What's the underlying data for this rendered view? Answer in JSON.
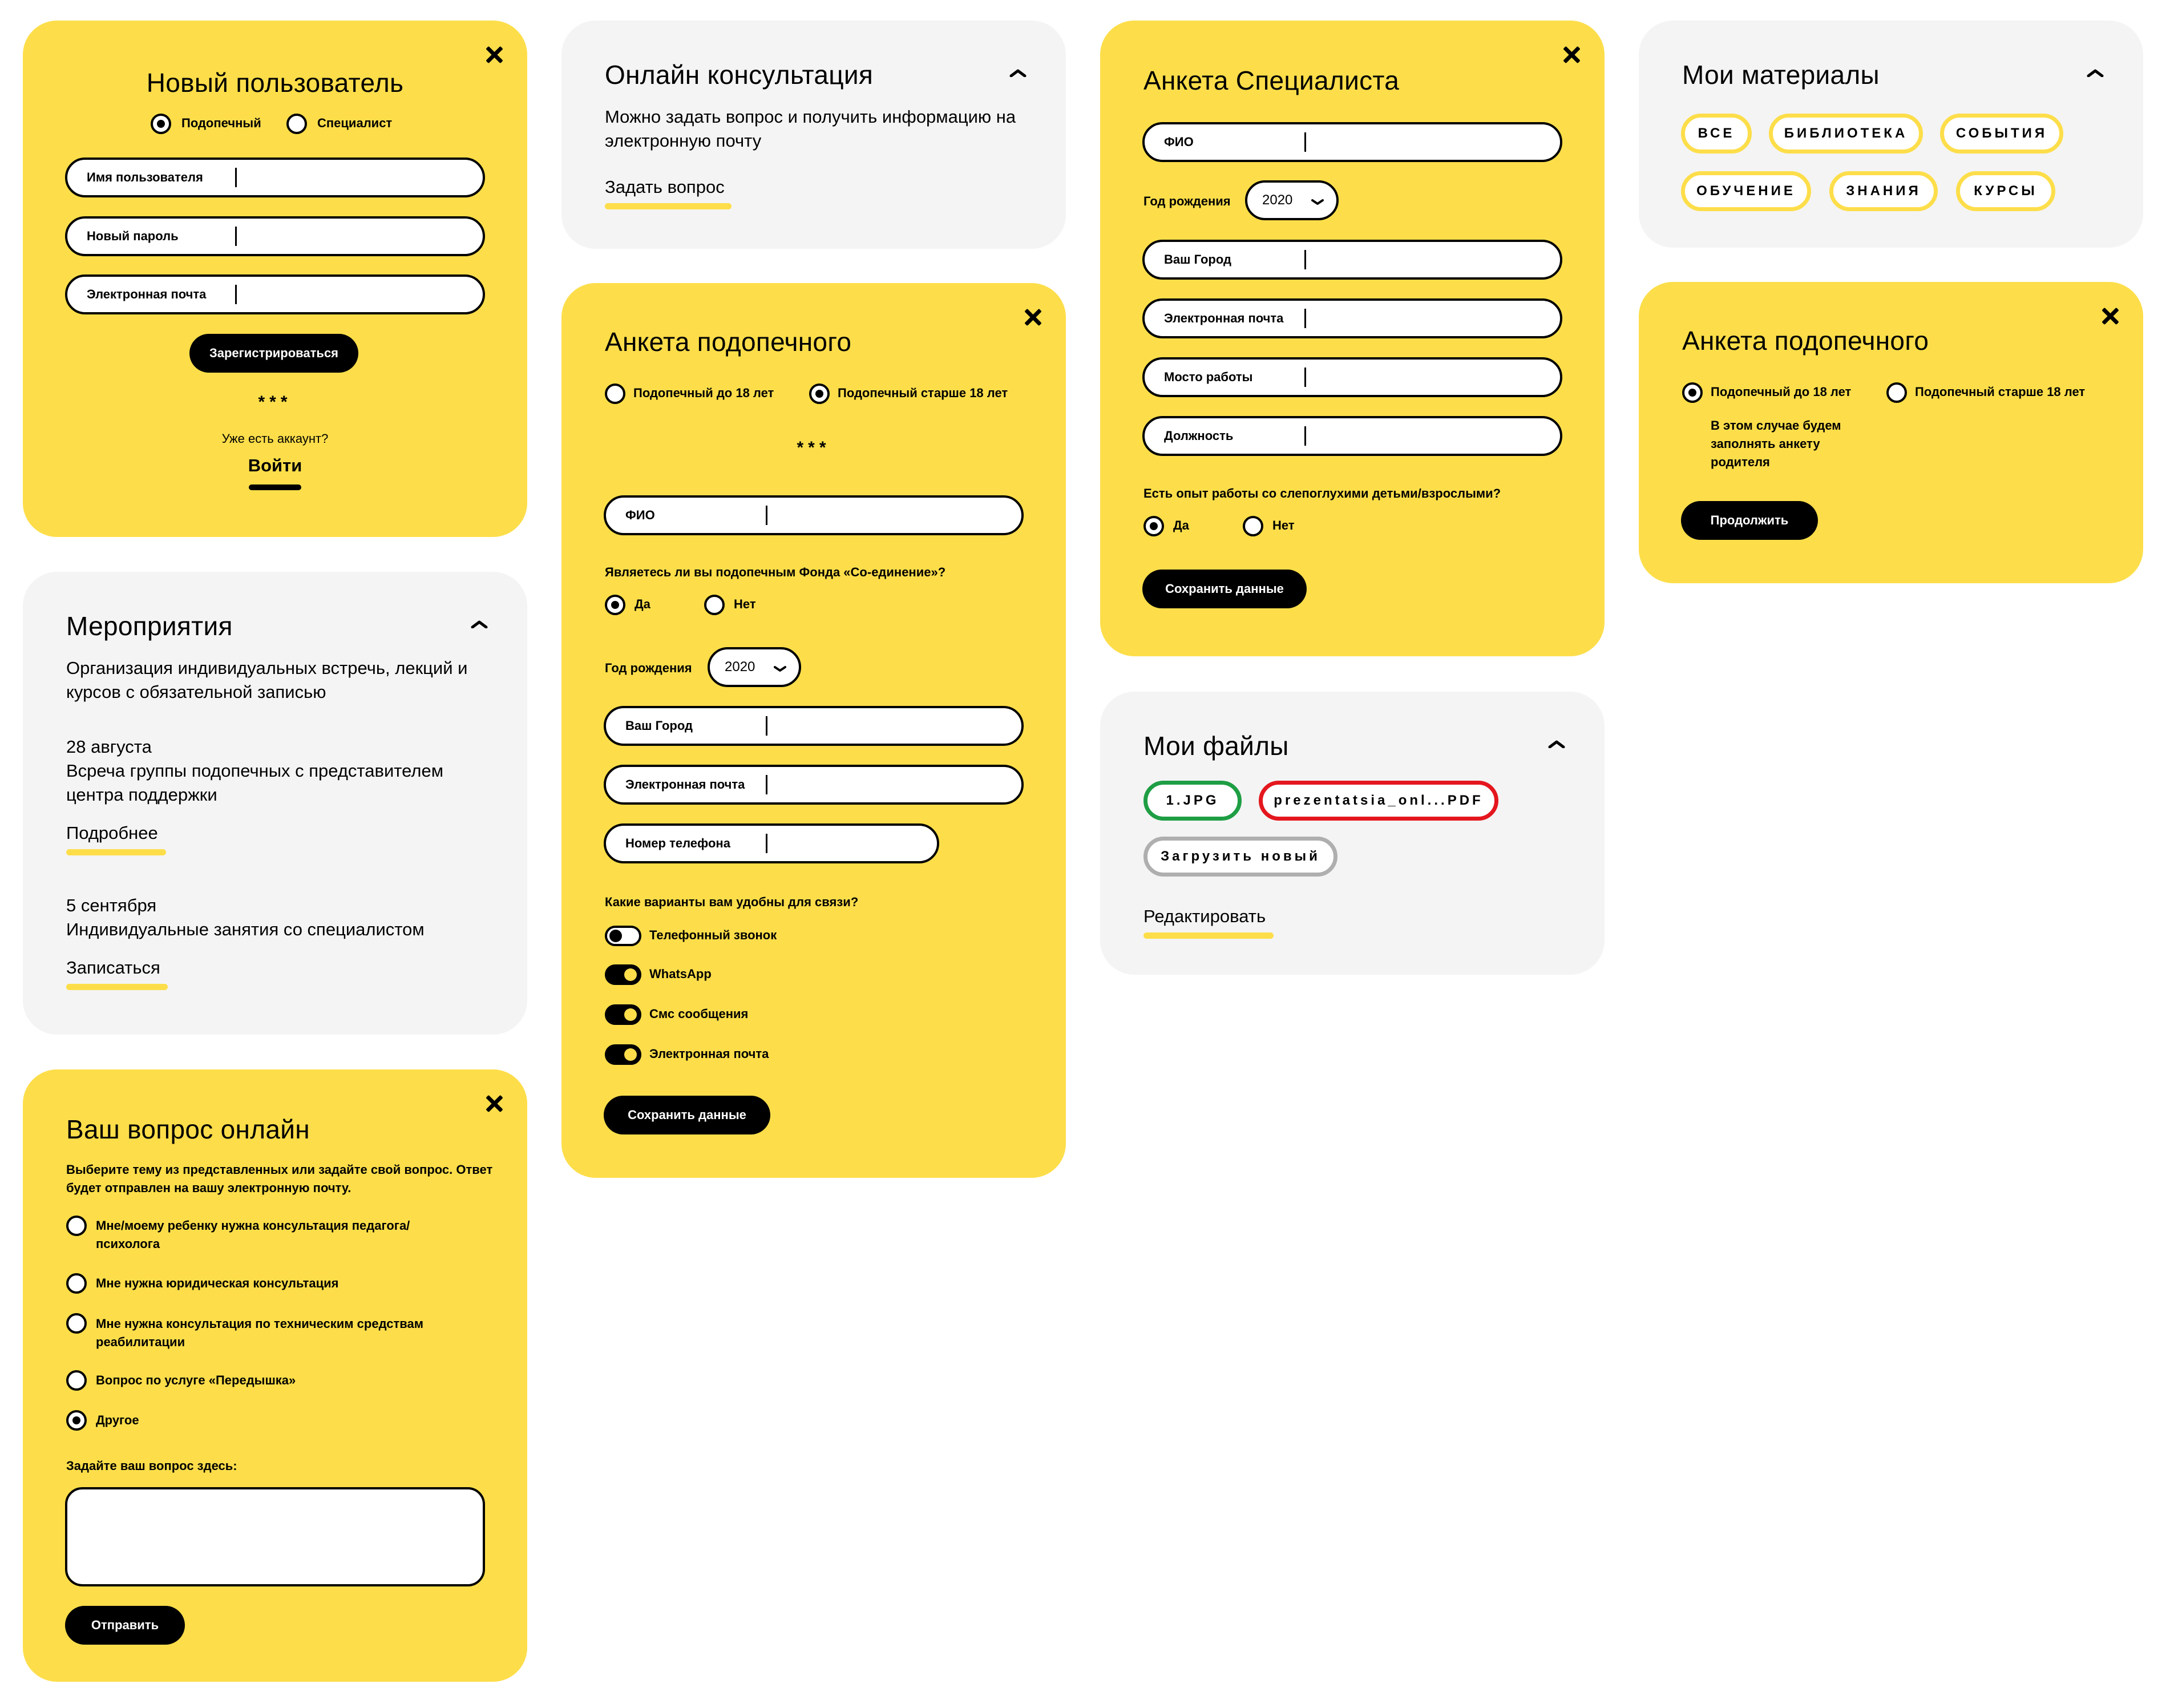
{
  "colors": {
    "accent_yellow": "#FDDE4A",
    "panel_gray": "#F4F4F4",
    "ok_green": "#1E9E44",
    "error_red": "#E4171E",
    "neutral_gray": "#AFAFAF"
  },
  "icons": {
    "close": "close-icon",
    "collapse": "chevron-up-icon",
    "dropdown": "chevron-down-icon"
  },
  "new_user": {
    "title": "Новый пользователь",
    "role_ward": "Подопечный",
    "role_specialist": "Специалист",
    "selected_role": "Подопечный",
    "username_label": "Имя пользователя",
    "password_label": "Новый пароль",
    "email_label": "Электронная почта",
    "register_button": "Зарегистрироваться",
    "stars": "***",
    "have_account": "Уже есть аккаунт?",
    "login_link": "Войти"
  },
  "events": {
    "title": "Мероприятия",
    "description": "Организация индивидуальных встречь, лекций и курсов с обязательной записью",
    "items": [
      {
        "date": "28 августа",
        "text": "Всреча группы подопечных с представителем центра  поддержки",
        "action": "Подробнее"
      },
      {
        "date": "5 сентября",
        "text": "Индивидуальные занятия со специалистом",
        "action": "Записаться"
      }
    ]
  },
  "question_online": {
    "title": "Ваш вопрос онлайн",
    "intro": "Выберите тему из представленных или задайте свой вопрос. Ответ будет отправлен на вашу электронную почту.",
    "options": [
      "Мне/моему ребенку нужна консультация педагога/психолога",
      "Мне нужна юридическая консультация",
      "Мне нужна консультация по техническим средствам реабилитации",
      "Вопрос по услуге «Передышка»",
      "Другое"
    ],
    "selected_option": "Другое",
    "question_label": "Задайте ваш вопрос здесь:",
    "question_value": "",
    "send_button": "Отправить"
  },
  "online_consultation": {
    "title": "Онлайн консультация",
    "description": "Можно задать вопрос и получить информацию на электронную почту",
    "ask_link": "Задать вопрос"
  },
  "ward_form": {
    "title": "Анкета подопечного",
    "under18": "Подопечный до 18 лет",
    "over18": "Подопечный старше 18 лет",
    "selected_age": "Подопечный старше 18 лет",
    "stars": "***",
    "fio_label": "ФИО",
    "foundation_question": "Являетесь ли вы подопечным Фонда «Со-единение»?",
    "yes": "Да",
    "no": "Нет",
    "foundation_answer": "Да",
    "birth_year_label": "Год рождения",
    "birth_year": "2020",
    "city_label": "Ваш Город",
    "email_label": "Электронная почта",
    "phone_label": "Номер телефона",
    "contact_question": "Какие варианты вам удобны для связи?",
    "contacts": [
      {
        "label": "Телефонный звонок",
        "enabled": false
      },
      {
        "label": "WhatsApp",
        "enabled": true
      },
      {
        "label": "Смс сообщения",
        "enabled": true
      },
      {
        "label": "Электронная почта",
        "enabled": true
      }
    ],
    "save_button": "Сохранить данные"
  },
  "specialist_form": {
    "title": "Анкета Специалиста",
    "fio_label": "ФИО",
    "birth_year_label": "Год рождения",
    "birth_year": "2020",
    "city_label": "Ваш Город",
    "email_label": "Электронная почта",
    "workplace_label": "Мосто работы",
    "position_label": "Должность",
    "experience_question": "Есть опыт работы со слепоглухими детьми/взрослыми?",
    "yes": "Да",
    "no": "Нет",
    "experience_answer": "Да",
    "save_button": "Сохранить данные"
  },
  "my_files": {
    "title": "Мои файлы",
    "files": [
      "1.JPG",
      "prezentatsia_onl...PDF"
    ],
    "upload_button": "Загрузить новый",
    "edit_link": "Редактировать"
  },
  "my_materials": {
    "title": "Мои материалы",
    "filters": [
      "ВСЕ",
      "БИБЛИОТЕКА",
      "СОБЫТИЯ",
      "ОБУЧЕНИЕ",
      "ЗНАНИЯ",
      "КУРСЫ"
    ]
  },
  "ward_form_short": {
    "title": "Анкета подопечного",
    "under18": "Подопечный до 18 лет",
    "over18": "Подопечный старше 18 лет",
    "selected_age": "Подопечный до 18 лет",
    "note": "В этом случае будем заполнять анкету родителя",
    "continue_button": "Продолжить"
  }
}
